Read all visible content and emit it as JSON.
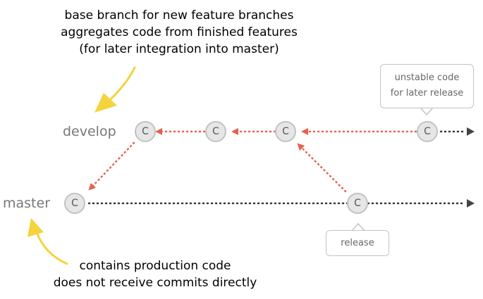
{
  "captions": {
    "develop_description": [
      "base branch for new feature branches",
      "aggregates code from finished features",
      "(for later integration into master)"
    ],
    "master_description": [
      "contains production code",
      "does not receive commits directly"
    ]
  },
  "branches": {
    "develop": "develop",
    "master": "master"
  },
  "callouts": {
    "unstable": [
      "unstable code",
      "for later release"
    ],
    "release": "release"
  },
  "commit_label": "C",
  "colors": {
    "merge_arrow": "#e8604c",
    "branch_line": "#333333",
    "annotation_arrow": "#f5d33c",
    "commit_fill": "#e6e6e6",
    "commit_border": "#c2c2c2"
  }
}
